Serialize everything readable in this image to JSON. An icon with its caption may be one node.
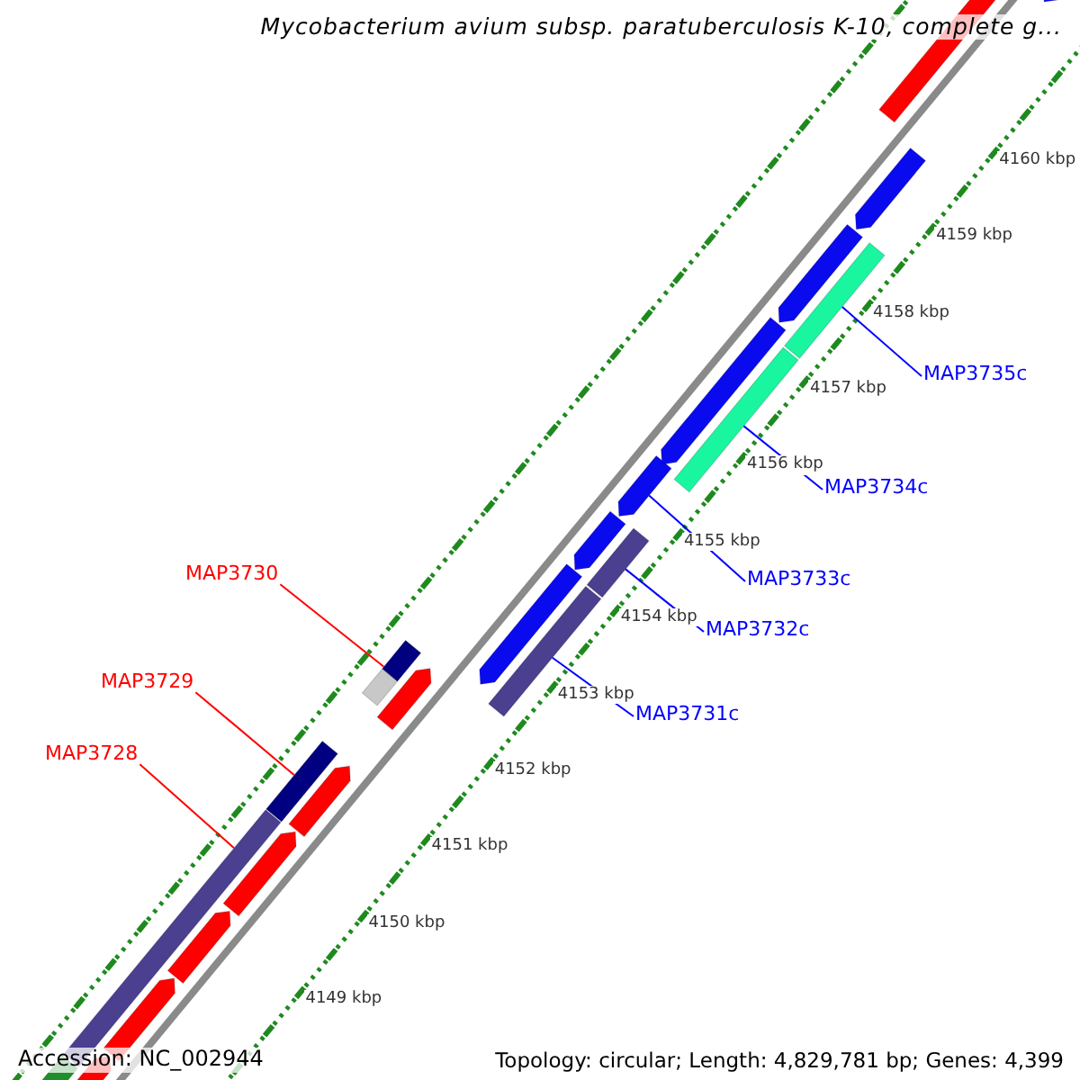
{
  "diagram": {
    "title": "Mycobacterium avium subsp. paratuberculosis K-10, complete g...",
    "nodes": [
      {
        "text": [
          "MAP3730"
        ]
      },
      {
        "text": [
          "MAP3729"
        ]
      },
      {
        "text": [
          "MAP3728"
        ]
      },
      {
        "text": [
          "MAP3735c"
        ]
      },
      {
        "text": [
          "MAP3734c"
        ]
      },
      {
        "text": [
          "MAP3733c"
        ]
      },
      {
        "text": [
          "MAP3732c"
        ]
      },
      {
        "text": [
          "MAP3731c"
        ]
      },
      {
        "text": [],
        "shape": "bar"
      },
      {
        "text": [],
        "shape": "bar"
      },
      {
        "text": [],
        "shape": "bar"
      },
      {
        "text": [],
        "shape": "bar"
      },
      {
        "text": [],
        "shape": "bar"
      },
      {
        "text": [],
        "shape": "pentagon"
      },
      {
        "text": [],
        "shape": "bar"
      },
      {
        "text": [],
        "shape": "bar"
      },
      {
        "text": [],
        "shape": "pentagon"
      }
    ],
    "edges": [
      {
        "from": 0,
        "to": 8,
        "arrow": "none",
        "color": "#ff0000"
      },
      {
        "from": 1,
        "to": 9,
        "arrow": "none",
        "color": "#ff0000"
      },
      {
        "from": 2,
        "to": 10,
        "arrow": "none",
        "color": "#ff0000"
      },
      {
        "from": 3,
        "to": 11,
        "arrow": "none"
      },
      {
        "from": 4,
        "to": 12,
        "arrow": "none"
      },
      {
        "from": 5,
        "to": 13,
        "arrow": "none"
      },
      {
        "from": 6,
        "to": 14,
        "arrow": "none"
      },
      {
        "from": 7,
        "to": 15,
        "arrow": "none"
      }
    ],
    "labels": [
      "4160 kbp",
      "4159 kbp",
      "4158 kbp",
      "4157 kbp",
      "4156 kbp",
      "4155 kbp",
      "4154 kbp",
      "4153 kbp",
      "4152 kbp",
      "4151 kbp",
      "4150 kbp",
      "4149 kbp",
      "Accession: NC_002944",
      "Topology: circular; Length: 4,829,781 bp; Genes: 4,399"
    ]
  }
}
